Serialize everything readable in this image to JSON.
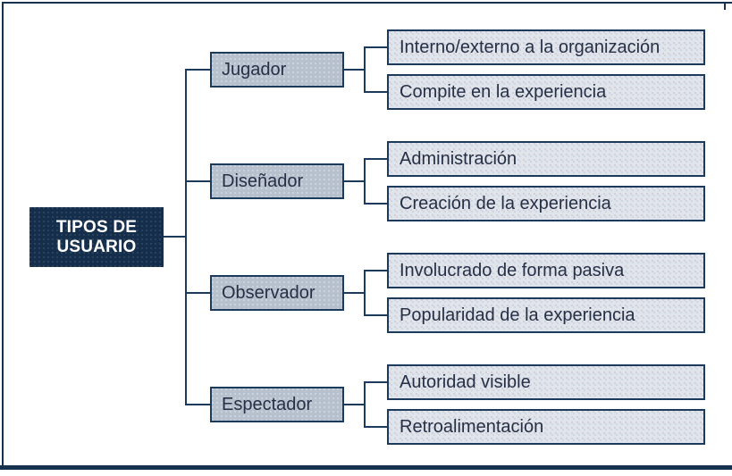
{
  "diagram": {
    "root": {
      "line1": "TIPOS DE",
      "line2": "USUARIO"
    },
    "groups": [
      {
        "label": "Jugador",
        "leaves": [
          "Interno/externo a la organización",
          "Compite en la experiencia"
        ]
      },
      {
        "label": "Diseñador",
        "leaves": [
          "Administración",
          "Creación de la experiencia"
        ]
      },
      {
        "label": "Observador",
        "leaves": [
          "Involucrado de forma pasiva",
          "Popularidad de la experiencia"
        ]
      },
      {
        "label": "Espectador",
        "leaves": [
          "Autoridad visible",
          "Retroalimentación"
        ]
      }
    ]
  },
  "colors": {
    "navy": "#16324f",
    "line": "#1c3a5c",
    "root_fill": "#152e4b",
    "mid_fill": "#b7c1ce",
    "leaf_fill": "#e0e4eb",
    "text_dark": "#262f45",
    "root_text": "#ffffff"
  }
}
